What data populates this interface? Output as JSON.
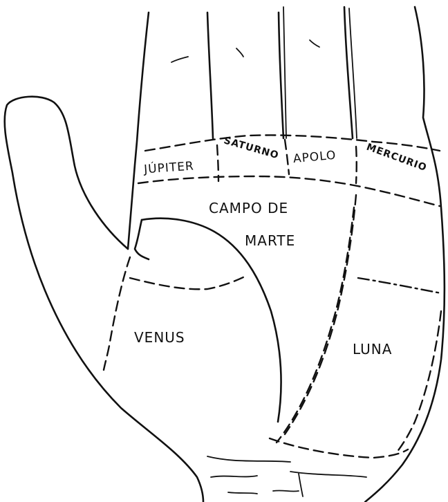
{
  "mounts": {
    "jupiter": "JÚPITER",
    "saturno": "SATURNO",
    "apolo": "APOLO",
    "mercurio": "MERCURIO"
  },
  "regions": {
    "campo_line1": "CAMPO DE",
    "campo_line2": "MARTE",
    "venus": "VENUS",
    "luna": "LUNA"
  }
}
